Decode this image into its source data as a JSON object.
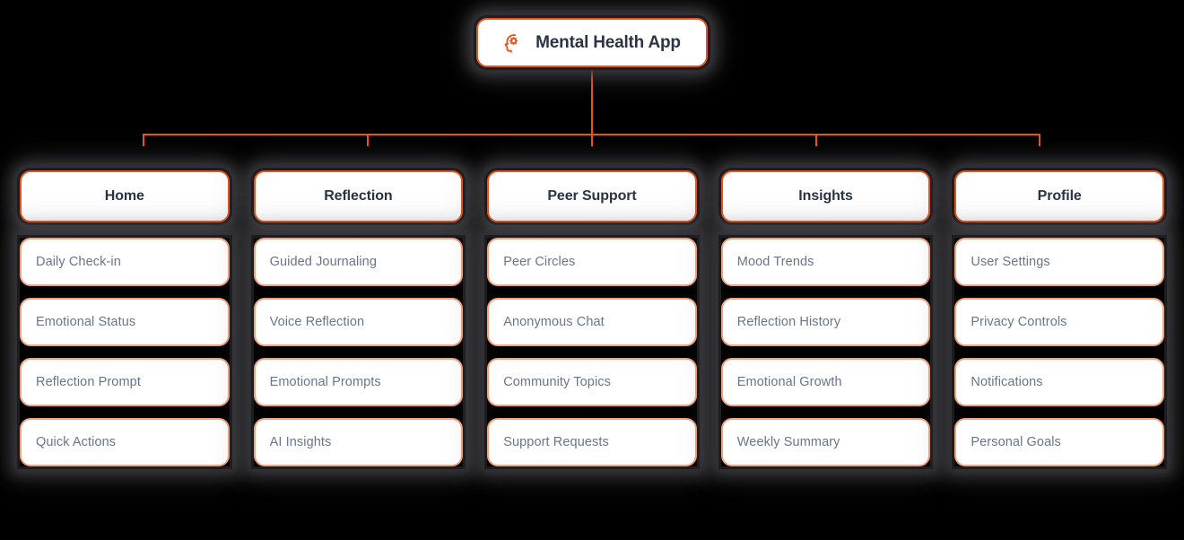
{
  "meta": {
    "diagram_type": "site-map-tree",
    "background_color": "#000000",
    "accent_color": "#E8541F",
    "leaf_border_color": "#F4A27E",
    "card_background": "#FFFFFF",
    "header_text_color": "#2B3445",
    "leaf_text_color": "#69758A"
  },
  "root": {
    "label": "Mental Health App",
    "icon": "brain-cog-icon"
  },
  "columns": [
    {
      "id": "home",
      "section_label": "Home",
      "leaves": [
        {
          "label": "Daily Check-in"
        },
        {
          "label": "Emotional Status"
        },
        {
          "label": "Reflection Prompt"
        },
        {
          "label": "Quick Actions"
        }
      ]
    },
    {
      "id": "reflection",
      "section_label": "Reflection",
      "leaves": [
        {
          "label": "Guided Journaling"
        },
        {
          "label": "Voice Reflection"
        },
        {
          "label": "Emotional Prompts"
        },
        {
          "label": "AI Insights"
        }
      ]
    },
    {
      "id": "peer-support",
      "section_label": "Peer Support",
      "leaves": [
        {
          "label": "Peer Circles"
        },
        {
          "label": "Anonymous Chat"
        },
        {
          "label": "Community Topics"
        },
        {
          "label": "Support Requests"
        }
      ]
    },
    {
      "id": "insights",
      "section_label": "Insights",
      "leaves": [
        {
          "label": "Mood Trends"
        },
        {
          "label": "Reflection History"
        },
        {
          "label": "Emotional Growth"
        },
        {
          "label": "Weekly Summary"
        }
      ]
    },
    {
      "id": "profile",
      "section_label": "Profile",
      "leaves": [
        {
          "label": "User Settings"
        },
        {
          "label": "Privacy Controls"
        },
        {
          "label": "Notifications"
        },
        {
          "label": "Personal Goals"
        }
      ]
    }
  ]
}
